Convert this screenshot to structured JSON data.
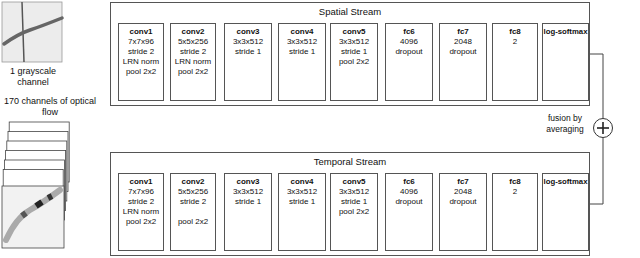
{
  "diagram": {
    "nodes": [
      {
        "text": [
          "Spatial Stream"
        ]
      },
      {
        "text": [
          "conv1",
          "7x7x96",
          "stride 2",
          "LRN norm",
          "pool 2x2"
        ],
        "in": 0
      },
      {
        "text": [
          "conv2",
          "5x5x256",
          "stride 2",
          "LRN norm",
          "pool 2x2"
        ],
        "in": 0
      },
      {
        "text": [
          "conv3",
          "3x3x512",
          "stride 1"
        ],
        "in": 0
      },
      {
        "text": [
          "conv4",
          "3x3x512",
          "stride 1"
        ],
        "in": 0
      },
      {
        "text": [
          "conv5",
          "3x3x512",
          "stride 1",
          "pool 2x2"
        ],
        "in": 0
      },
      {
        "text": [
          "fc6",
          "4096",
          "dropout"
        ],
        "in": 0
      },
      {
        "text": [
          "fc7",
          "2048",
          "dropout"
        ],
        "in": 0
      },
      {
        "text": [
          "fc8",
          "2"
        ],
        "in": 0
      },
      {
        "text": [
          "log-softmax"
        ],
        "in": 0
      },
      {
        "text": [
          "Temporal Stream"
        ]
      },
      {
        "text": [
          "conv1",
          "7x7x96",
          "stride 2",
          "LRN norm",
          "pool 2x2"
        ],
        "in": 10
      },
      {
        "text": [
          "conv2",
          "5x5x256",
          "stride 2",
          "pool 2x2"
        ],
        "in": 10
      },
      {
        "text": [
          "conv3",
          "3x3x512",
          "stride 1"
        ],
        "in": 10
      },
      {
        "text": [
          "conv4",
          "3x3x512",
          "stride 1"
        ],
        "in": 10
      },
      {
        "text": [
          "conv5",
          "3x3x512",
          "stride 1",
          "pool 2x2"
        ],
        "in": 10
      },
      {
        "text": [
          "fc6",
          "4096",
          "dropout"
        ],
        "in": 10
      },
      {
        "text": [
          "fc7",
          "2048",
          "dropout"
        ],
        "in": 10
      },
      {
        "text": [
          "fc8",
          "2"
        ],
        "in": 10
      },
      {
        "text": [
          "log-softmax"
        ],
        "in": 10
      },
      {
        "text": [
          "fusion by averaging"
        ]
      }
    ],
    "edges": [
      {
        "from": 0,
        "to": 20,
        "arrow": "none"
      },
      {
        "from": 10,
        "to": 20,
        "arrow": "none"
      }
    ],
    "labels": [
      "1 grayscale channel",
      "170 channels of optical flow"
    ]
  }
}
